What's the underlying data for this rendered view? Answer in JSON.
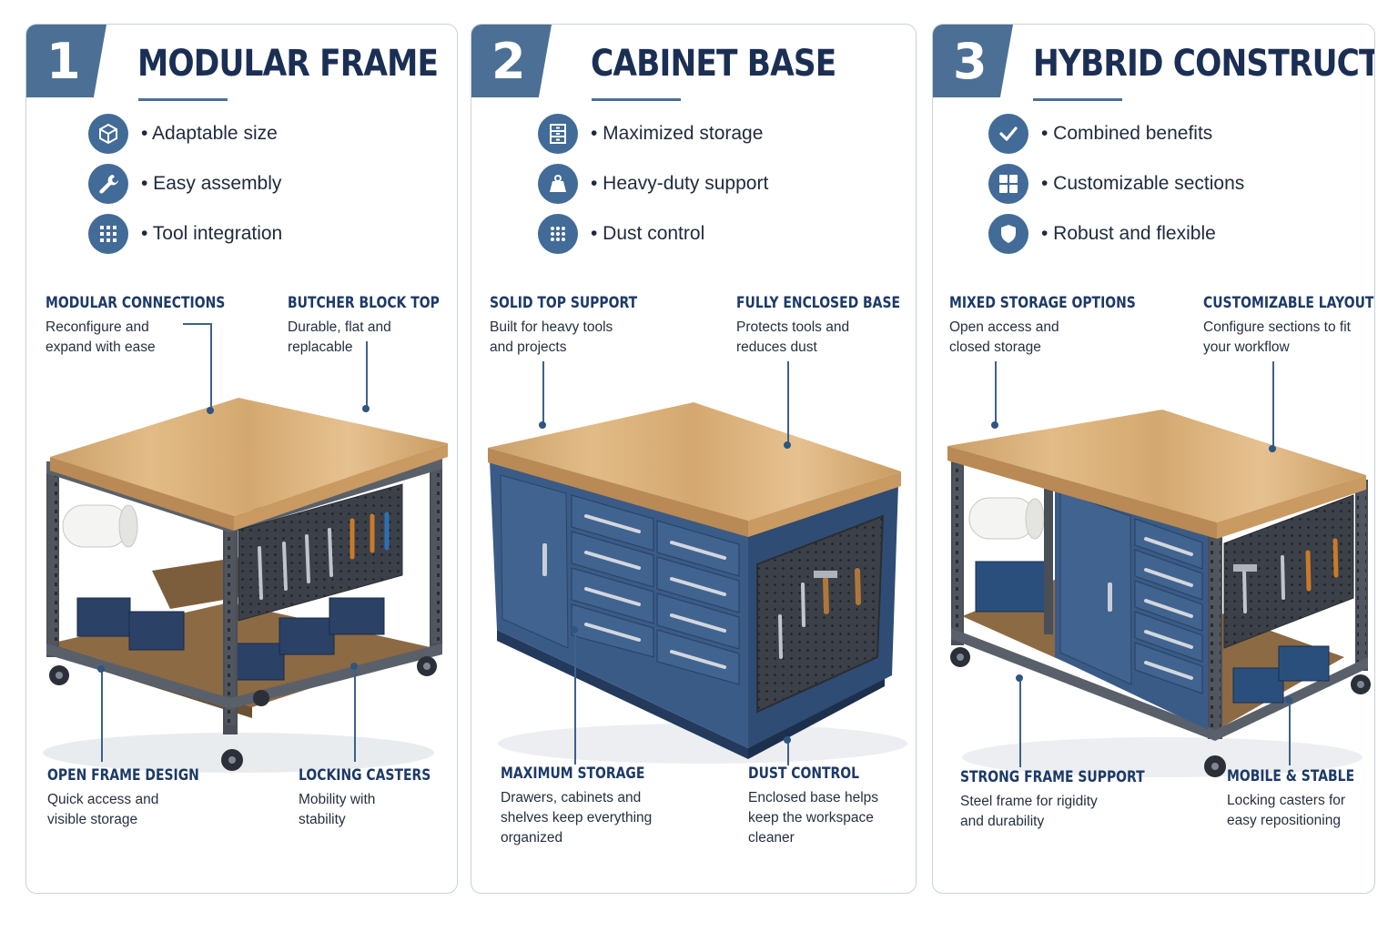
{
  "panels": [
    {
      "number": "1",
      "title": "MODULAR FRAME",
      "features": [
        {
          "icon": "cube-icon",
          "text": "• Adaptable size"
        },
        {
          "icon": "wrench-icon",
          "text": "• Easy assembly"
        },
        {
          "icon": "pegboard-grid-icon",
          "text": "• Tool integration"
        }
      ],
      "callouts": [
        {
          "heading": "MODULAR CONNECTIONS",
          "body": "Reconfigure and expand with ease"
        },
        {
          "heading": "BUTCHER BLOCK TOP",
          "body": "Durable, flat and replacable"
        },
        {
          "heading": "OPEN FRAME DESIGN",
          "body": "Quick access and visible storage"
        },
        {
          "heading": "LOCKING CASTERS",
          "body": "Mobility with stability"
        }
      ]
    },
    {
      "number": "2",
      "title": "CABINET BASE",
      "features": [
        {
          "icon": "drawers-icon",
          "text": "• Maximized storage"
        },
        {
          "icon": "weight-icon",
          "text": "• Heavy-duty support"
        },
        {
          "icon": "dots-grid-icon",
          "text": "• Dust control"
        }
      ],
      "callouts": [
        {
          "heading": "SOLID TOP SUPPORT",
          "body": "Built for heavy tools and projects"
        },
        {
          "heading": "FULLY ENCLOSED BASE",
          "body": "Protects tools and reduces dust"
        },
        {
          "heading": "MAXIMUM STORAGE",
          "body": "Drawers, cabinets and shelves keep everything organized"
        },
        {
          "heading": "DUST CONTROL",
          "body": "Enclosed base helps keep the workspace cleaner"
        }
      ]
    },
    {
      "number": "3",
      "title": "HYBRID CONSTRUCTION",
      "features": [
        {
          "icon": "check-icon",
          "text": "• Combined benefits"
        },
        {
          "icon": "sections-grid-icon",
          "text": "• Customizable sections"
        },
        {
          "icon": "shield-icon",
          "text": "• Robust and flexible"
        }
      ],
      "callouts": [
        {
          "heading": "MIXED STORAGE OPTIONS",
          "body": "Open access and closed storage"
        },
        {
          "heading": "CUSTOMIZABLE LAYOUT",
          "body": "Configure sections to fit your workflow"
        },
        {
          "heading": "STRONG FRAME SUPPORT",
          "body": "Steel frame for rigidity and durability"
        },
        {
          "heading": "MOBILE & STABLE",
          "body": "Locking casters for easy repositioning"
        }
      ]
    }
  ],
  "colors": {
    "accent": "#4c6f95",
    "title": "#1b2f55",
    "heading": "#1c3a68",
    "wood": "#d9b07a",
    "cabinet": "#3b5b87",
    "steel": "#4a4f57"
  }
}
